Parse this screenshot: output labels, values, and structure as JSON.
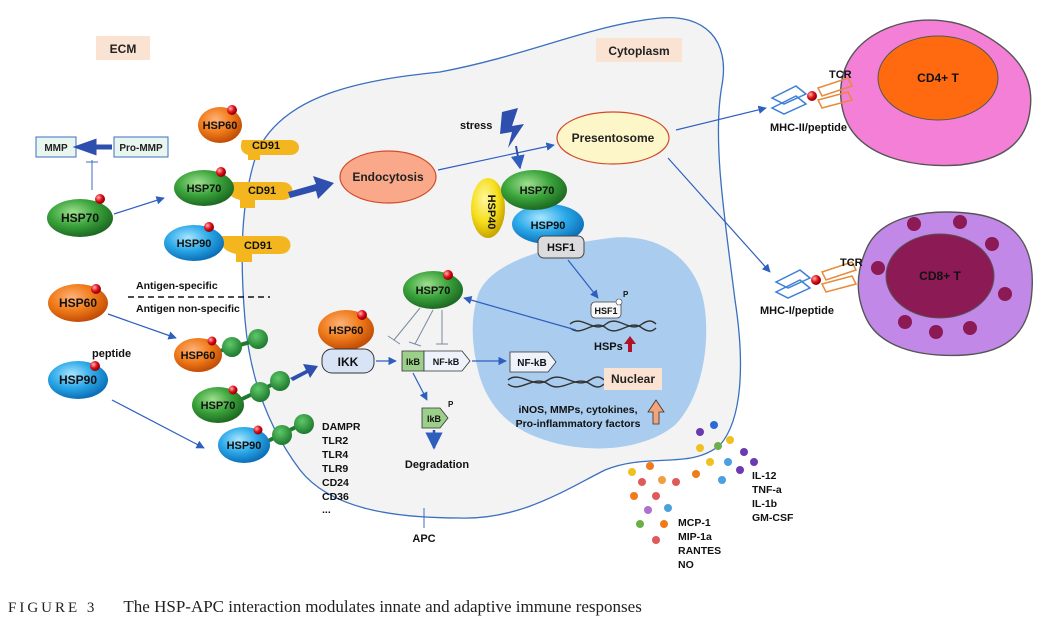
{
  "labels": {
    "ecm": "ECM",
    "cytoplasm": "Cytoplasm",
    "mmp": "MMP",
    "pro_mmp": "Pro-MMP",
    "hsp60": "HSP60",
    "hsp70": "HSP70",
    "hsp90": "HSP90",
    "hsp40": "HSP40",
    "hsf1": "HSF1",
    "cd91": "CD91",
    "endocytosis": "Endocytosis",
    "presentosome": "Presentosome",
    "stress": "stress",
    "antigen_specific": "Antigen-specific",
    "antigen_nonspecific": "Antigen non-specific",
    "peptide": "peptide",
    "ikk": "IKK",
    "ikb": "IkB",
    "nfkb": "NF-kB",
    "p": "P",
    "degradation": "Degradation",
    "hsps": "HSPs",
    "nuclear": "Nuclear",
    "nuclear_products_1": "iNOS, MMPs, cytokines,",
    "nuclear_products_2": "Pro-inflammatory factors",
    "receptors": [
      "DAMPR",
      "TLR2",
      "TLR4",
      "TLR9",
      "CD24",
      "CD36",
      "..."
    ],
    "apc": "APC",
    "tcr": "TCR",
    "mhc2": "MHC-II/peptide",
    "mhc1": "MHC-I/peptide",
    "cd4": "CD4+ T",
    "cd8": "CD8+ T",
    "cytokines_1": [
      "IL-12",
      "TNF-a",
      "IL-1b",
      "GM-CSF"
    ],
    "cytokines_2": [
      "MCP-1",
      "MIP-1a",
      "RANTES",
      "NO"
    ]
  },
  "caption": {
    "label": "FIGURE 3",
    "text": "The HSP-APC interaction modulates innate and adaptive immune responses"
  },
  "colors": {
    "hsp60": "#f07b1a",
    "hsp70": "#3aa33a",
    "hsp90": "#2aa8e8",
    "cd91": "#f3b61f",
    "cd4_outer": "#f47fd6",
    "cd4_inner": "#ff6a10",
    "cd8_outer": "#c288e8",
    "cd8_inner": "#8c1a55",
    "nucleus": "#a9ccef",
    "cell": "#f3f3f4"
  }
}
